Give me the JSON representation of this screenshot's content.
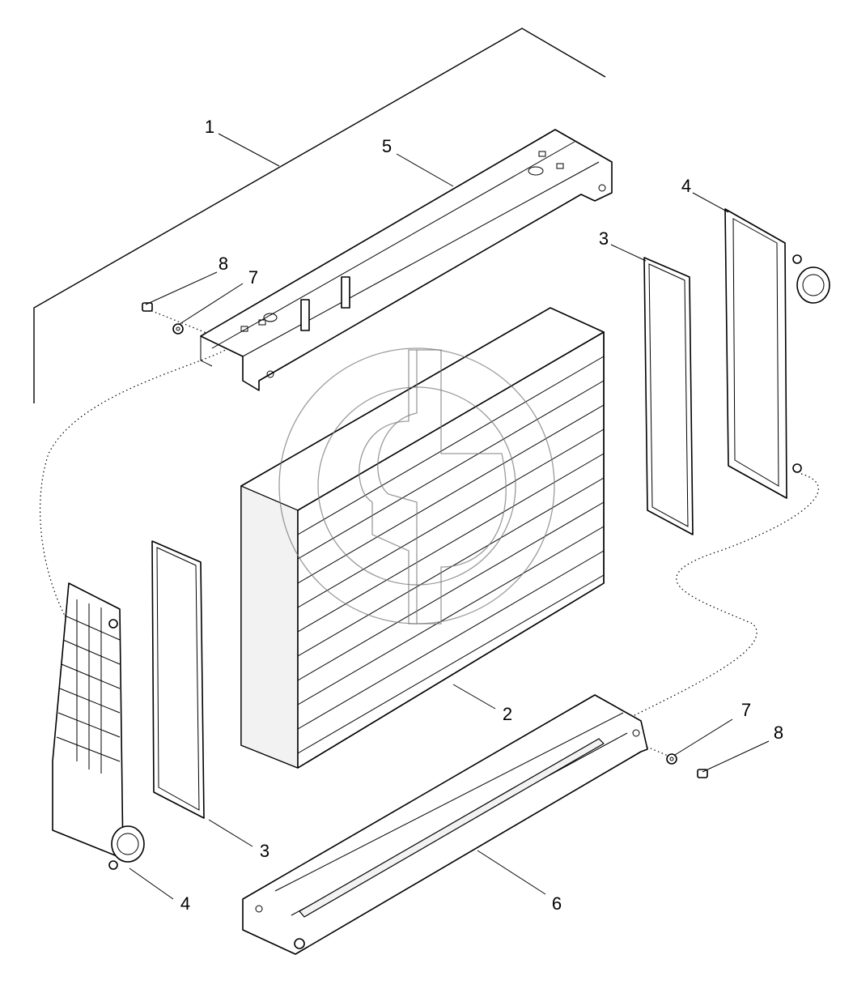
{
  "callouts": {
    "c1": "1",
    "c2": "2",
    "c3_top": "3",
    "c3_bottom": "3",
    "c4_top": "4",
    "c4_bottom": "4",
    "c5": "5",
    "c6": "6",
    "c7_top": "7",
    "c7_bottom": "7",
    "c8_top": "8",
    "c8_bottom": "8"
  },
  "colors": {
    "line": "#000000",
    "watermark": "#7a7a7a",
    "background": "#ffffff"
  }
}
